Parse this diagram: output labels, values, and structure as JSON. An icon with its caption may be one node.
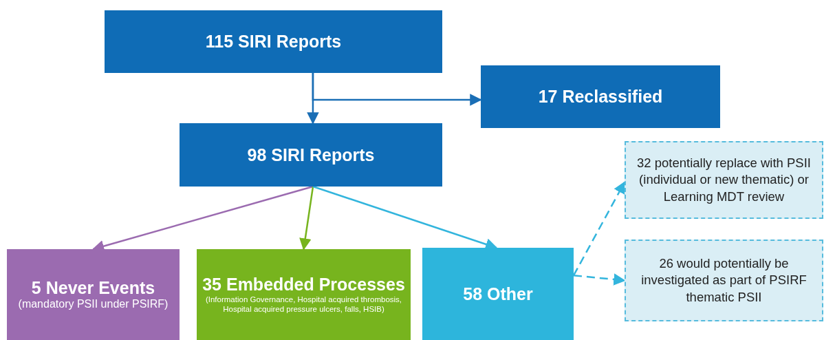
{
  "diagram": {
    "nodes": [
      {
        "text": [
          "115 SIRI Reports"
        ]
      },
      {
        "text": [
          "17 Reclassified"
        ]
      },
      {
        "text": [
          "98 SIRI Reports"
        ]
      },
      {
        "text": [
          "5 Never Events",
          "(mandatory PSII under PSIRF)"
        ]
      },
      {
        "text": [
          "35 Embedded Processes",
          "(Information Governance, Hospital acquired thrombosis, Hospital acquired pressure ulcers, falls, HSIB)"
        ]
      },
      {
        "text": [
          "58 Other"
        ]
      },
      {
        "text": [
          "32 potentially replace with PSII (individual or new thematic) or Learning MDT review"
        ]
      },
      {
        "text": [
          "26 would potentially be investigated as part of PSIRF thematic PSII"
        ]
      }
    ],
    "edges": [
      {
        "from": 0,
        "to": 2,
        "arrow": "to",
        "color": "#1a6eb5"
      },
      {
        "from": 0,
        "to": 1,
        "arrow": "to",
        "color": "#1a6eb5"
      },
      {
        "from": 2,
        "to": 3,
        "arrow": "to",
        "color": "#9b6bb0"
      },
      {
        "from": 2,
        "to": 4,
        "arrow": "to",
        "color": "#77b41e"
      },
      {
        "from": 2,
        "to": 5,
        "arrow": "to"
      },
      {
        "from": 5,
        "to": 6,
        "arrow": "to",
        "style": "dashed"
      },
      {
        "from": 5,
        "to": 7,
        "arrow": "to",
        "style": "dashed"
      }
    ]
  }
}
